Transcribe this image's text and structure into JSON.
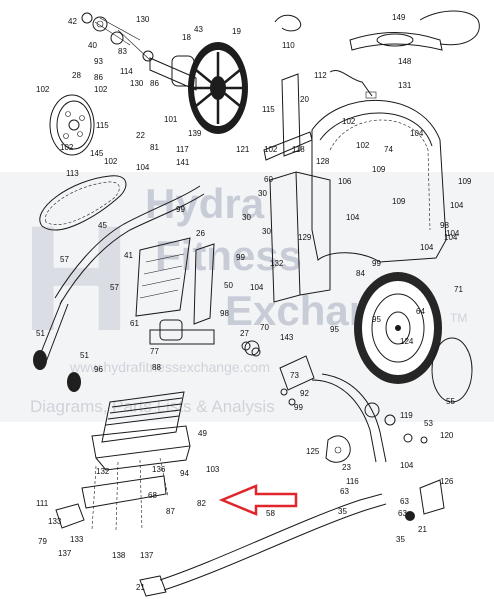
{
  "watermark": {
    "brand_line1": "Hydra",
    "brand_line2": "Fitness",
    "brand_line3": "Exchange",
    "trademark": "TM",
    "url": "www.hydrafitnessexchange.com",
    "tagline": "Diagrams, Parts Lists & Analysis"
  },
  "callout": {
    "part_number": "82",
    "arrow_color": "#e0262c"
  },
  "labels": [
    "42",
    "40",
    "130",
    "83",
    "43",
    "18",
    "19",
    "110",
    "149",
    "148",
    "93",
    "86",
    "114",
    "130",
    "86",
    "28",
    "102",
    "102",
    "115",
    "22",
    "101",
    "102",
    "145",
    "102",
    "81",
    "139",
    "117",
    "121",
    "141",
    "113",
    "104",
    "45",
    "99",
    "26",
    "60",
    "30",
    "30",
    "99",
    "132",
    "129",
    "57",
    "57",
    "41",
    "50",
    "104",
    "51",
    "51",
    "96",
    "61",
    "70",
    "143",
    "77",
    "98",
    "27",
    "20",
    "112",
    "115",
    "102",
    "118",
    "128",
    "131",
    "74",
    "104",
    "109",
    "109",
    "109",
    "104",
    "104",
    "98",
    "104",
    "104",
    "99",
    "95",
    "95",
    "71",
    "64",
    "124",
    "55",
    "119",
    "53",
    "120",
    "125",
    "23",
    "104",
    "116",
    "126",
    "63",
    "63",
    "35",
    "35",
    "21",
    "58",
    "136",
    "94",
    "103",
    "132",
    "111",
    "133",
    "79",
    "133",
    "137",
    "138",
    "137",
    "87",
    "88",
    "49",
    "68",
    "99",
    "73",
    "84",
    "30",
    "104",
    "63",
    "102",
    "102",
    "106",
    "21",
    "92"
  ]
}
